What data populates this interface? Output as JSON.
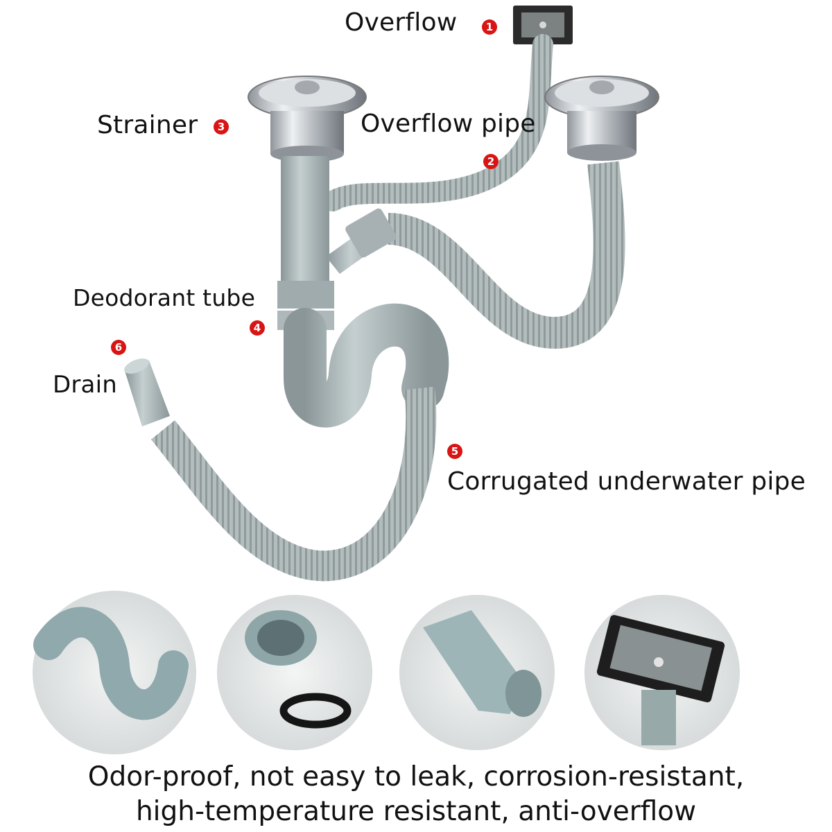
{
  "labels": {
    "overflow": "Overflow",
    "overflow_pipe": "Overflow pipe",
    "strainer": "Strainer",
    "deodorant_tube": "Deodorant tube",
    "drain": "Drain",
    "corrugated_pipe": "Corrugated underwater pipe"
  },
  "badges": {
    "overflow": "1",
    "overflow_pipe": "2",
    "strainer": "3",
    "deodorant_tube": "4",
    "corrugated_pipe": "5",
    "drain": "6"
  },
  "caption": {
    "line1": "Odor-proof, not easy to leak, corrosion-resistant,",
    "line2": "high-temperature resistant, anti-overflow"
  },
  "colors": {
    "pipe": "#aab5b7",
    "pipe_dark": "#7d898b",
    "steel": "#c9cdd1",
    "badge": "#d91414"
  }
}
